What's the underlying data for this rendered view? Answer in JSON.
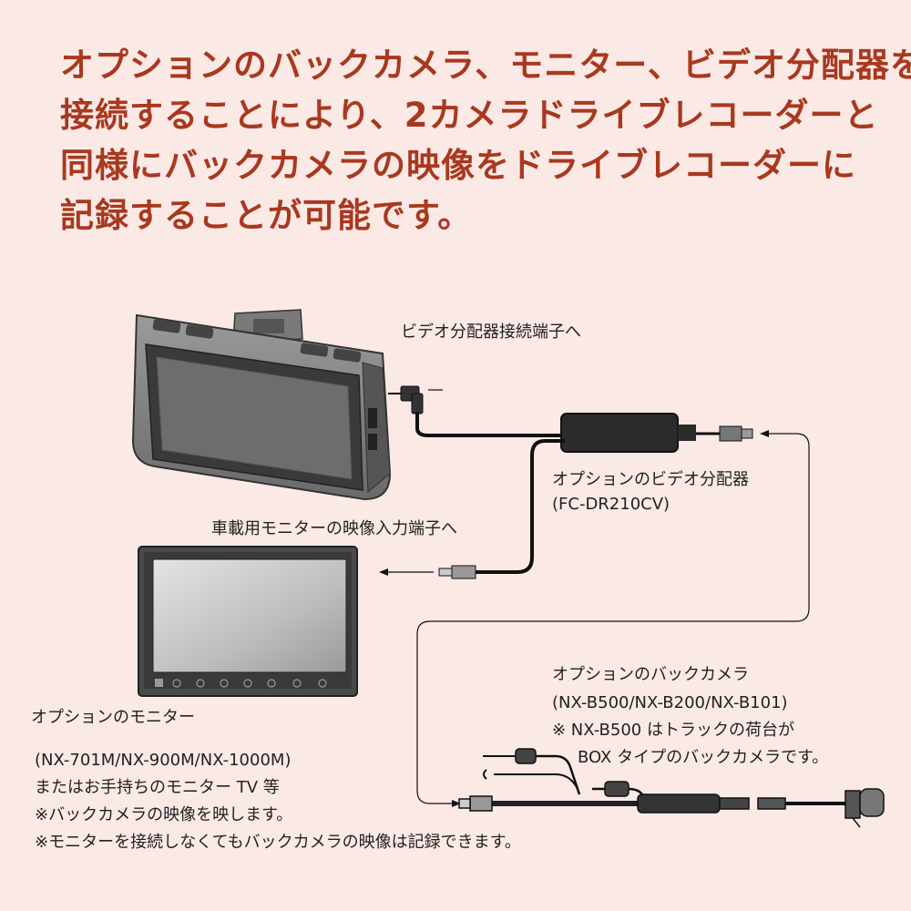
{
  "headline": {
    "lines": [
      "オプションのバックカメラ、モニター、ビデオ分配器を",
      "接続することにより、2カメラドライブレコーダーと",
      "同様にバックカメラの映像をドライブレコーダーに",
      "記録することが可能です。"
    ]
  },
  "labels": {
    "recorder_port": "ビデオ分配器接続端子へ",
    "splitter": [
      "オプションのビデオ分配器",
      "(FC-DR210CV)"
    ],
    "monitor_port": "車載用モニターの映像入力端子へ",
    "back_camera": [
      "オプションのバックカメラ",
      "(NX-B500/NX-B200/NX-B101)",
      "※ NX-B500 はトラックの荷台が",
      "BOX タイプのバックカメラです。"
    ],
    "monitor": [
      "オプションのモニター",
      "(NX-701M/NX-900M/NX-1000M)",
      "またはお手持ちのモニター TV 等",
      "※バックカメラの映像を映します。",
      "※モニターを接続しなくてもバックカメラの映像は記録できます。"
    ]
  },
  "colors": {
    "background": "#fbe9e6",
    "headline": "#a8391f",
    "text": "#222222",
    "cable": "#111111"
  }
}
